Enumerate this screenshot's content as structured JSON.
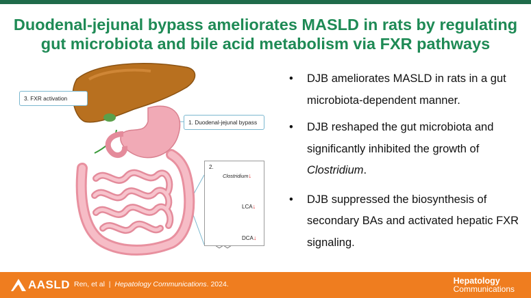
{
  "title": "Duodenal-jejunal bypass ameliorates MASLD in rats by regulating gut microbiota and bile acid metabolism via FXR pathways",
  "bullets": {
    "b1": "DJB ameliorates MASLD in rats in a gut microbiota-dependent manner.",
    "b2_text": "DJB reshaped the gut microbiota and significantly inhibited the growth of ",
    "b2_em": "Clostridium",
    "b2_end": ".",
    "b3": "DJB suppressed the biosynthesis of secondary BAs and activated hepatic FXR signaling."
  },
  "figure": {
    "callout_fxr": "3. FXR activation",
    "callout_djb": "1. Duodenal-jejunal bypass",
    "panel": {
      "number": "2.",
      "clostridium": "Clostridium",
      "lca": "LCA",
      "dca": "DCA",
      "down_arrow": "↓"
    }
  },
  "footer": {
    "logo_text": "AASLD",
    "authors": "Ren, et al",
    "separator": "|",
    "journal": "Hepatology Communications",
    "year": ". 2024.",
    "brand_line1": "Hepatology",
    "brand_line2": "Communications"
  },
  "colors": {
    "title": "#1e8a55",
    "footer": "#ef7d1f",
    "liver": "#b8701f",
    "intestine": "#f2a9b5",
    "callout_border": "#7ab7cf"
  }
}
